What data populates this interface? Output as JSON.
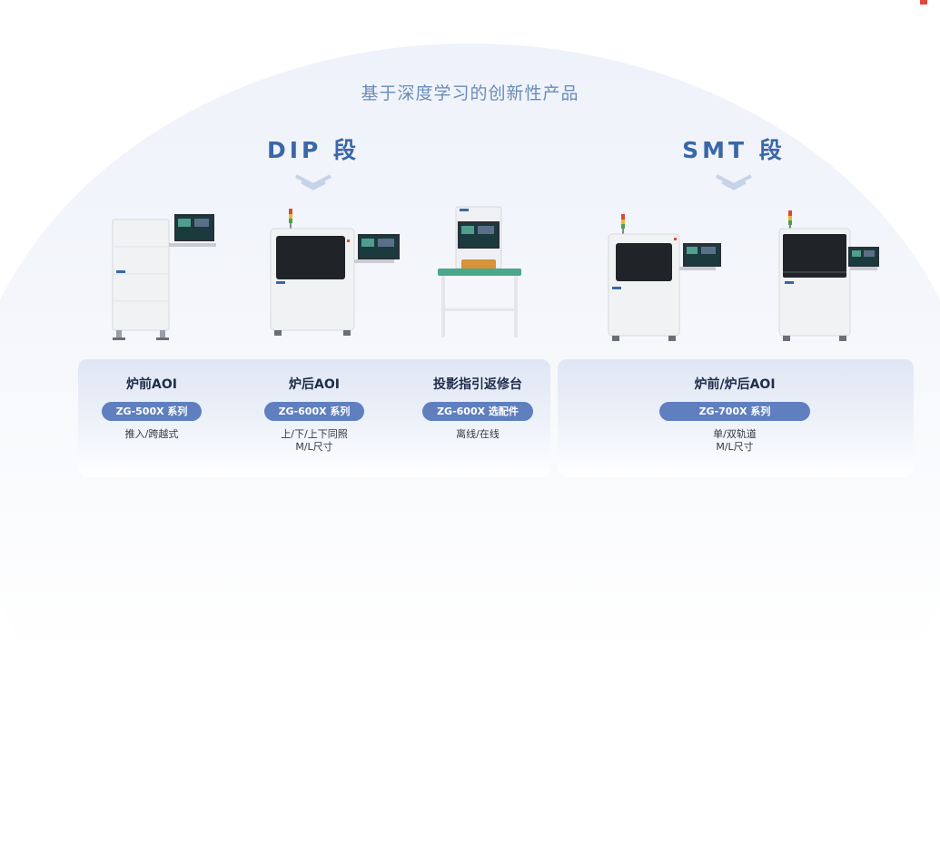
{
  "headline": "基于深度学习的创新性产品",
  "sections": {
    "dip": {
      "title": "DIP 段"
    },
    "smt": {
      "title": "SMT 段"
    }
  },
  "products": [
    {
      "name": "炉前AOI",
      "series": "ZG-500X 系列",
      "desc_lines": [
        "推入/跨越式"
      ]
    },
    {
      "name": "炉后AOI",
      "series": "ZG-600X 系列",
      "desc_lines": [
        "上/下/上下同照",
        "M/L尺寸"
      ]
    },
    {
      "name": "投影指引返修台",
      "series": "ZG-600X 选配件",
      "desc_lines": [
        "离线/在线"
      ]
    },
    {
      "name": "炉前/炉后AOI",
      "series": "ZG-700X 系列",
      "desc_lines": [
        "单/双轨道",
        "M/L尺寸"
      ]
    }
  ],
  "colors": {
    "accent": "#3a67a8",
    "badge": "#5f7fbf",
    "headline": "#6a8bb8"
  }
}
